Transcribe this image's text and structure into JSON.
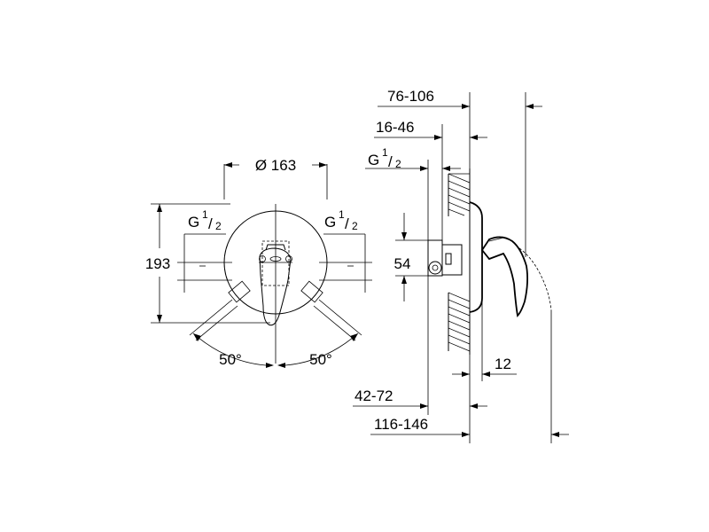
{
  "front_view": {
    "diameter_label": "Ø 163",
    "height_label": "193",
    "thread_left": {
      "main": "G",
      "num": "1",
      "den": "2"
    },
    "thread_right": {
      "main": "G",
      "num": "1",
      "den": "2"
    },
    "angle_left": "50°",
    "angle_right": "50°"
  },
  "side_view": {
    "dim_total_top": "76-106",
    "dim_mid_top": "16-46",
    "thread": {
      "main": "G",
      "num": "1",
      "den": "2"
    },
    "dim_height": "54",
    "dim_depth": "12",
    "dim_bottom_a": "42-72",
    "dim_bottom_b": "116-146"
  }
}
